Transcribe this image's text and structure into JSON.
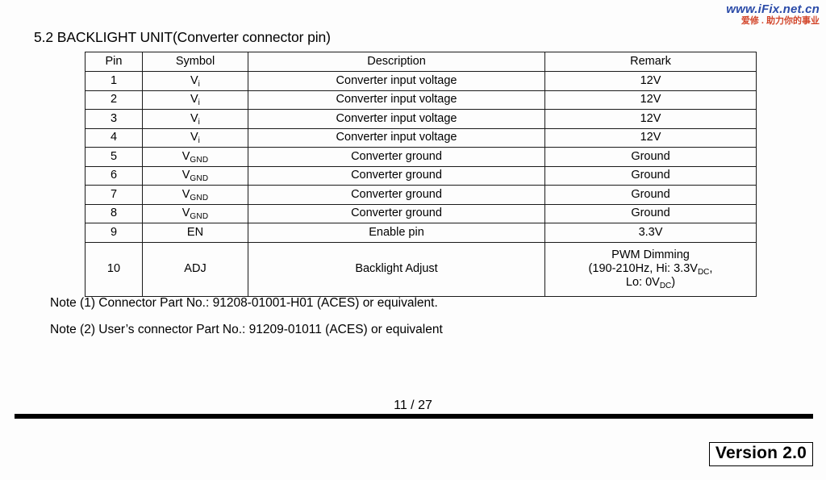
{
  "watermark": {
    "url": "www.iFix.net.cn",
    "subtitle": "爱修 . 助力你的事业",
    "url_color": "#2b4ba8",
    "subtitle_color": "#d2452a"
  },
  "heading": "5.2 BACKLIGHT UNIT(Converter connector pin)",
  "table": {
    "columns": [
      "Pin",
      "Symbol",
      "Description",
      "Remark"
    ],
    "rows": [
      {
        "pin": "1",
        "symbol_base": "V",
        "symbol_sub": "i",
        "description": "Converter input voltage",
        "remark": "12V"
      },
      {
        "pin": "2",
        "symbol_base": "V",
        "symbol_sub": "i",
        "description": "Converter input voltage",
        "remark": "12V"
      },
      {
        "pin": "3",
        "symbol_base": "V",
        "symbol_sub": "i",
        "description": "Converter input voltage",
        "remark": "12V"
      },
      {
        "pin": "4",
        "symbol_base": "V",
        "symbol_sub": "i",
        "description": "Converter input voltage",
        "remark": "12V"
      },
      {
        "pin": "5",
        "symbol_base": "V",
        "symbol_sub": "GND",
        "description": "Converter ground",
        "remark": "Ground"
      },
      {
        "pin": "6",
        "symbol_base": "V",
        "symbol_sub": "GND",
        "description": "Converter ground",
        "remark": "Ground"
      },
      {
        "pin": "7",
        "symbol_base": "V",
        "symbol_sub": "GND",
        "description": "Converter ground",
        "remark": "Ground"
      },
      {
        "pin": "8",
        "symbol_base": "V",
        "symbol_sub": "GND",
        "description": "Converter ground",
        "remark": "Ground"
      },
      {
        "pin": "9",
        "symbol_base": "EN",
        "symbol_sub": "",
        "description": "Enable pin",
        "remark": "3.3V"
      }
    ],
    "last_row": {
      "pin": "10",
      "symbol": "ADJ",
      "description": "Backlight Adjust",
      "remark_line1": "PWM Dimming",
      "remark_line2_a": "(190-210Hz, Hi: 3.3V",
      "remark_line2_sub": "DC",
      "remark_line2_b": ",",
      "remark_line3_a": "Lo: 0V",
      "remark_line3_sub": "DC",
      "remark_line3_b": ")"
    }
  },
  "notes": [
    "Note (1) Connector Part No.: 91208-01001-H01 (ACES) or equivalent.",
    "Note (2) User’s connector Part No.: 91209-01011 (ACES) or equivalent"
  ],
  "footer": {
    "page_number": "11 / 27",
    "version": "Version 2.0"
  }
}
